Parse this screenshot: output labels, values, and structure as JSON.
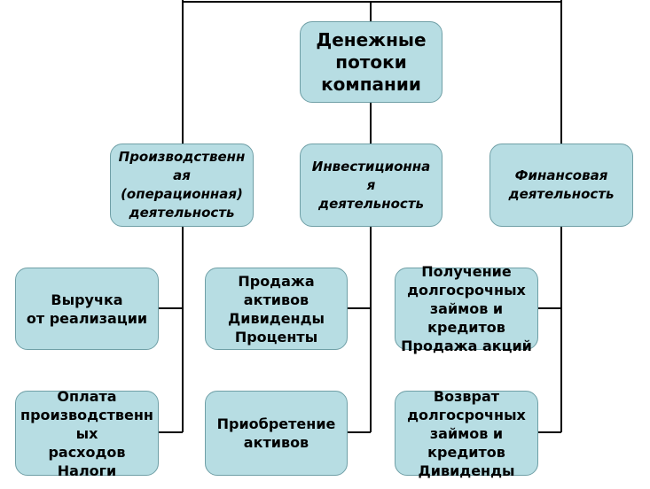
{
  "root": {
    "label": "Денежные\nпотоки\nкомпании"
  },
  "categories": [
    {
      "label": "Производственн\nая\n(операционная)\nдеятельность"
    },
    {
      "label": "Инвестиционна\nя\nдеятельность"
    },
    {
      "label": "Финансовая\nдеятельность"
    }
  ],
  "items": {
    "operating": [
      {
        "label": "Выручка\nот реализации"
      },
      {
        "label": "Оплата\nпроизводственн\nых\nрасходов\nНалоги"
      }
    ],
    "investing": [
      {
        "label": "Продажа\nактивов\nДивиденды\nПроценты"
      },
      {
        "label": "Приобретение\nактивов"
      }
    ],
    "financing": [
      {
        "label": "Получение\nдолгосрочных\nзаймов и\nкредитов\nПродажа акций"
      },
      {
        "label": "Возврат\nдолгосрочных\nзаймов и\nкредитов\nДивиденды"
      }
    ]
  },
  "colors": {
    "box_fill": "#b7dde3",
    "box_border": "#6f9fa6",
    "line": "#000000"
  }
}
